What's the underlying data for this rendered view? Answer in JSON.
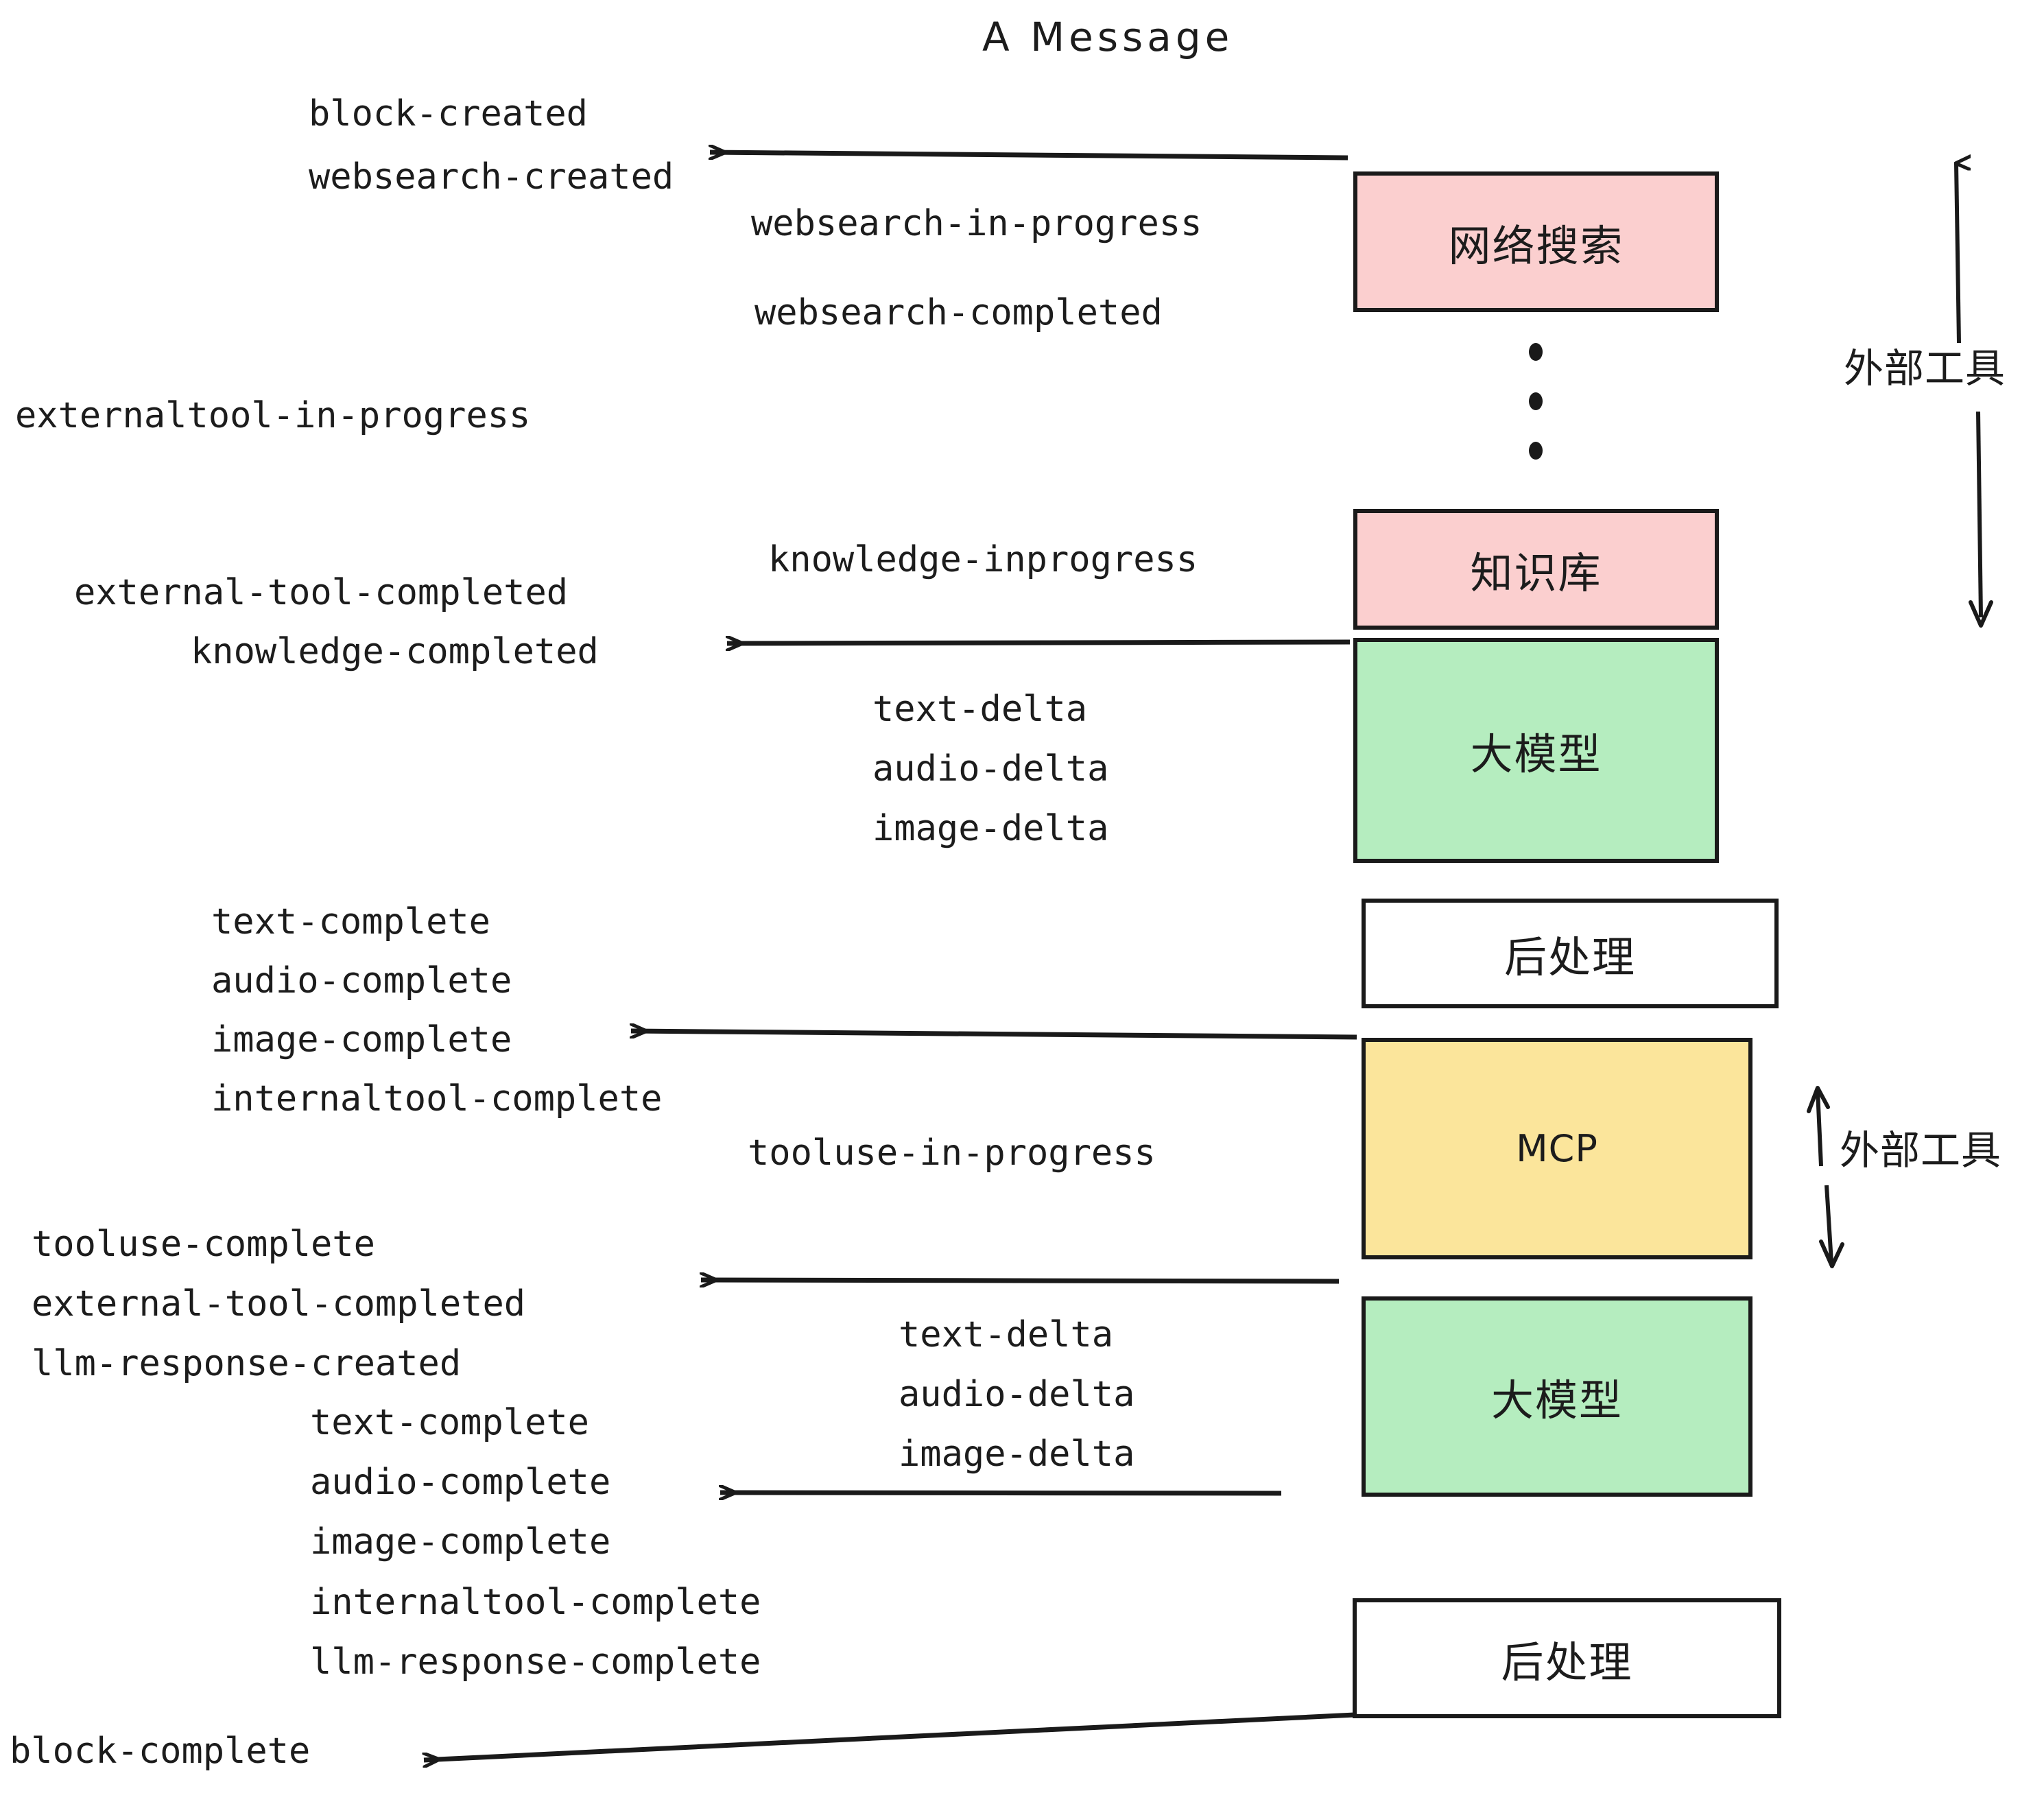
{
  "title": "A Message",
  "colors": {
    "pink": "#fbcfcf",
    "green": "#b5edbf",
    "yellow": "#fbe59b",
    "white": "#ffffff",
    "stroke": "#1a1a1a",
    "text": "#1c1c1c"
  },
  "nodes": [
    {
      "id": "websearch",
      "label": "网络搜索",
      "fill": "#fbcfcf"
    },
    {
      "id": "knowledge",
      "label": "知识库",
      "fill": "#fbcfcf"
    },
    {
      "id": "llm-1",
      "label": "大模型",
      "fill": "#b5edbf"
    },
    {
      "id": "postprocess-1",
      "label": "后处理",
      "fill": "#ffffff"
    },
    {
      "id": "mcp",
      "label": "MCP",
      "fill": "#fbe59b"
    },
    {
      "id": "llm-2",
      "label": "大模型",
      "fill": "#b5edbf"
    },
    {
      "id": "postprocess-2",
      "label": "后处理",
      "fill": "#ffffff"
    }
  ],
  "side_labels": [
    {
      "id": "external-tools-top",
      "label": "外部工具"
    },
    {
      "id": "external-tools-bottom",
      "label": "外部工具"
    }
  ],
  "events": [
    {
      "id": "block-created",
      "label": "block-created"
    },
    {
      "id": "websearch-created",
      "label": "websearch-created"
    },
    {
      "id": "websearch-in-progress",
      "label": "websearch-in-progress"
    },
    {
      "id": "websearch-completed",
      "label": "websearch-completed"
    },
    {
      "id": "externaltool-in-progress",
      "label": "externaltool-in-progress"
    },
    {
      "id": "knowledge-inprogress",
      "label": "knowledge-inprogress"
    },
    {
      "id": "external-tool-completed-1",
      "label": "external-tool-completed"
    },
    {
      "id": "knowledge-completed",
      "label": "knowledge-completed"
    },
    {
      "id": "text-delta-1",
      "label": "text-delta"
    },
    {
      "id": "audio-delta-1",
      "label": "audio-delta"
    },
    {
      "id": "image-delta-1",
      "label": "image-delta"
    },
    {
      "id": "text-complete-1",
      "label": "text-complete"
    },
    {
      "id": "audio-complete-1",
      "label": "audio-complete"
    },
    {
      "id": "image-complete-1",
      "label": "image-complete"
    },
    {
      "id": "internaltool-complete-1",
      "label": "internaltool-complete"
    },
    {
      "id": "tooluse-in-progress",
      "label": "tooluse-in-progress"
    },
    {
      "id": "tooluse-complete",
      "label": "tooluse-complete"
    },
    {
      "id": "external-tool-completed-2",
      "label": "external-tool-completed"
    },
    {
      "id": "llm-response-created",
      "label": "llm-response-created"
    },
    {
      "id": "text-delta-2",
      "label": "text-delta"
    },
    {
      "id": "audio-delta-2",
      "label": "audio-delta"
    },
    {
      "id": "image-delta-2",
      "label": "image-delta"
    },
    {
      "id": "text-complete-2",
      "label": "text-complete"
    },
    {
      "id": "audio-complete-2",
      "label": "audio-complete"
    },
    {
      "id": "image-complete-2",
      "label": "image-complete"
    },
    {
      "id": "internaltool-complete-2",
      "label": "internaltool-complete"
    },
    {
      "id": "llm-response-complete",
      "label": "llm-response-complete"
    },
    {
      "id": "block-complete",
      "label": "block-complete"
    }
  ]
}
